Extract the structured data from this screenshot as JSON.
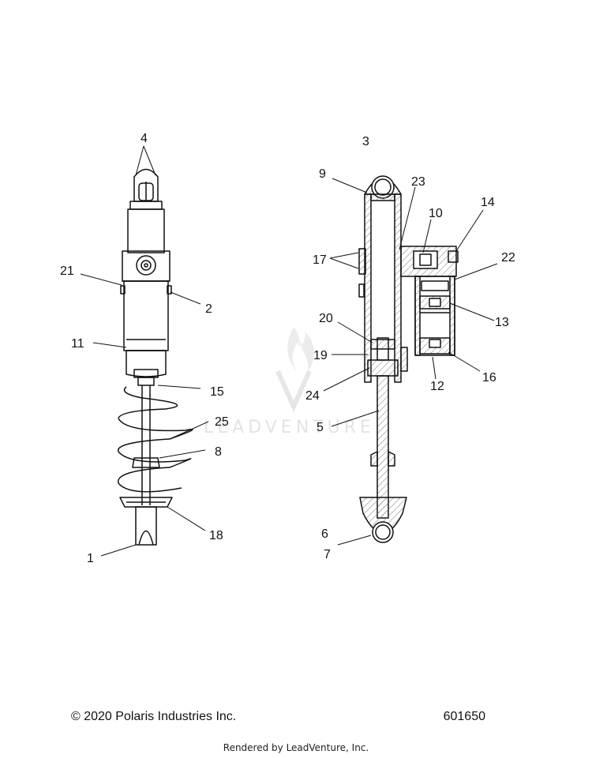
{
  "callouts": [
    "4",
    "21",
    "2",
    "11",
    "15",
    "25",
    "8",
    "18",
    "1",
    "3",
    "9",
    "23",
    "10",
    "14",
    "17",
    "22",
    "20",
    "13",
    "19",
    "24",
    "12",
    "16",
    "5",
    "6",
    "7"
  ],
  "footer": {
    "copyright": "© 2020 Polaris Industries Inc.",
    "part_number": "601650",
    "rendered_by": "Rendered by LeadVenture, Inc."
  },
  "watermark": {
    "text": "LEADVENTURE",
    "color": "#e3e3e3"
  },
  "colors": {
    "line": "#111111",
    "hatch": "#777777",
    "background": "#ffffff"
  }
}
